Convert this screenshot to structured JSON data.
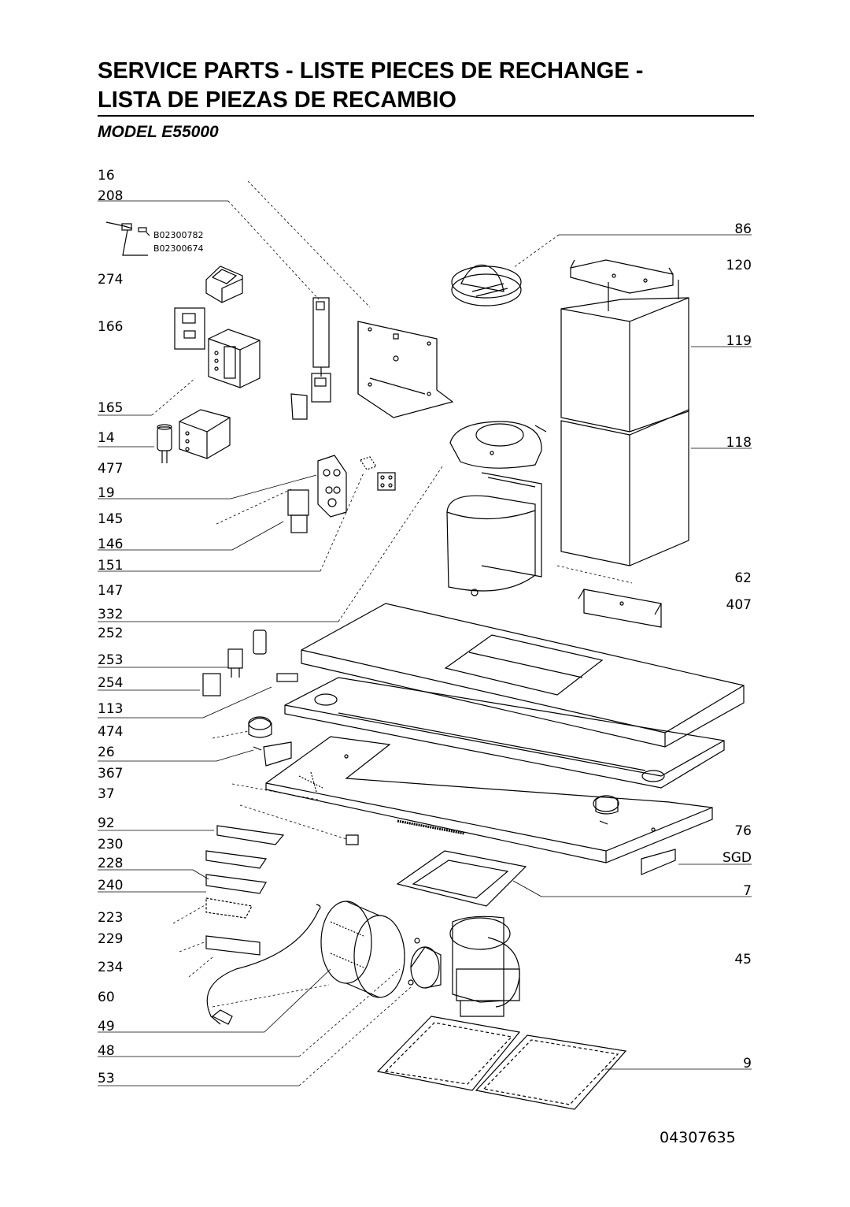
{
  "header": {
    "title_line1": "SERVICE PARTS - LISTE PIECES DE RECHANGE -",
    "title_line2": "LISTA DE PIEZAS DE RECAMBIO",
    "model": "MODEL E55000"
  },
  "left_labels": [
    "16",
    "208",
    "274",
    "166",
    "165",
    "14",
    "477",
    "19",
    "145",
    "146",
    "151",
    "147",
    "332",
    "252",
    "253",
    "254",
    "113",
    "474",
    "26",
    "367",
    "37",
    "92",
    "230",
    "228",
    "240",
    "223",
    "229",
    "234",
    "60",
    "49",
    "48",
    "53"
  ],
  "right_labels": [
    "86",
    "120",
    "119",
    "118",
    "62",
    "407",
    "76",
    "SGD",
    "7",
    "45",
    "9"
  ],
  "small_codes": [
    "B02300782",
    "B02300674"
  ],
  "document_number": "04307635"
}
